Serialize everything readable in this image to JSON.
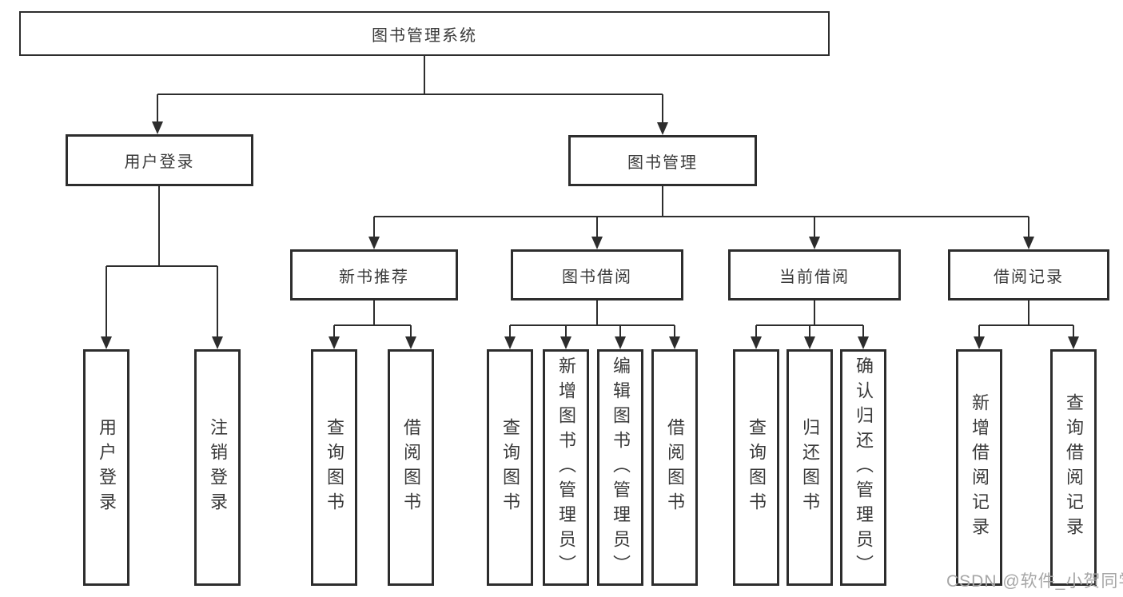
{
  "diagram": {
    "root": {
      "label": "图书管理系统"
    },
    "level2": [
      {
        "label": "用户登录"
      },
      {
        "label": "图书管理"
      }
    ],
    "level3": [
      {
        "label": "新书推荐"
      },
      {
        "label": "图书借阅"
      },
      {
        "label": "当前借阅"
      },
      {
        "label": "借阅记录"
      }
    ],
    "leaves": [
      {
        "label": "用户登录"
      },
      {
        "label": "注销登录"
      },
      {
        "label": "查询图书"
      },
      {
        "label": "借阅图书"
      },
      {
        "label": "查询图书"
      },
      {
        "label": "新增图书（管理员）"
      },
      {
        "label": "编辑图书（管理员）"
      },
      {
        "label": "借阅图书"
      },
      {
        "label": "查询图书"
      },
      {
        "label": "归还图书"
      },
      {
        "label": "确认归还（管理员）"
      },
      {
        "label": "新增借阅记录"
      },
      {
        "label": "查询借阅记录"
      }
    ],
    "watermark": "CSDN @软件_小贺同学",
    "colors": {
      "line": "#2d2d2d",
      "text": "#3a3a3a",
      "watermark": "#a6a6a6",
      "background": "#ffffff"
    }
  }
}
